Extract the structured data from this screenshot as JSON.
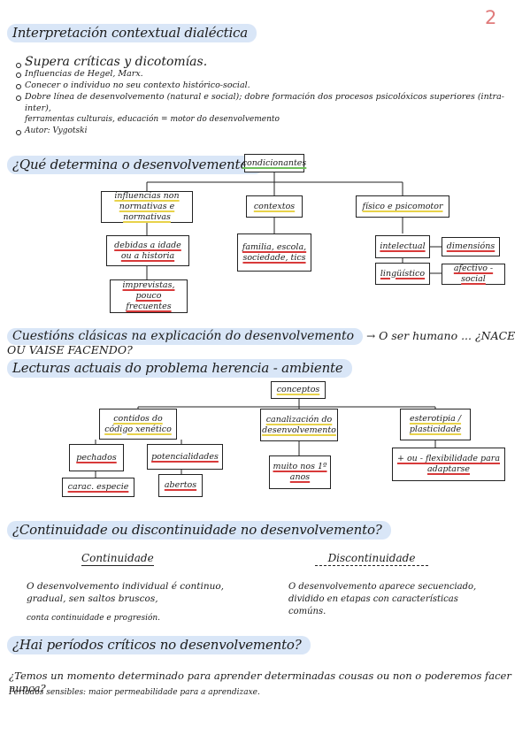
{
  "page_number": "2",
  "section1": {
    "title": "Interpretación contextual dialéctica",
    "bullets": [
      {
        "text": "Supera críticas y dicotomías.",
        "big": true
      },
      {
        "text": "Influencias de Hegel, Marx."
      },
      {
        "text": "Conecer o individuo no seu contexto histórico-social."
      },
      {
        "text": "Dobre línea de desenvolvemento (natural e social); dobre formación dos procesos psicolóxicos superiores (intra-inter),"
      },
      {
        "text": "ferramentas culturais, educación = motor do desenvolvemento",
        "continuation": true
      },
      {
        "text": "Autor: Vygotski"
      }
    ]
  },
  "section2": {
    "title": "¿Qué determina o desenvolvemento?",
    "root": "condicionantes",
    "nodes": {
      "influencias": "influencias non normativas e normativas",
      "contextos": "contextos",
      "fisico": "físico e psicomotor",
      "debidas": "debidas a idade ou a historia",
      "imprevistos": "imprevistas, pouco frecuentes",
      "familia": "familia, escola, sociedade, tics",
      "intelectual": "intelectual",
      "dimensions": "dimensións",
      "linguistico": "lingüístico",
      "afectivo": "afectivo - social"
    }
  },
  "section3": {
    "title": "Cuestións clásicas na explicación do desenvolvemento",
    "arrow": "→",
    "question": "O ser humano ... ¿NACE OU VAISE FACENDO?"
  },
  "section4": {
    "title": "Lecturas actuais do problema herencia - ambiente",
    "root": "conceptos",
    "nodes": {
      "contidos": "contidos do código xenético",
      "canalizacion": "canalización do desenvolvemento",
      "esterotipia": "esterotipia / plasticidade",
      "pechados": "pechados",
      "potencialidades": "potencialidades",
      "muito": "muito nos 1º anos",
      "flexibilidade": "+ ou - flexibilidade para adaptarse",
      "carac": "carac. especie",
      "abertos": "abertos"
    }
  },
  "section5": {
    "title": "¿Continuidade ou discontinuidade no desenvolvemento?",
    "left_heading": "Continuidade",
    "left_text": "O desenvolvemento individual é continuo, gradual, sen saltos bruscos,",
    "left_text2": "conta continuidade e progresión.",
    "right_heading": "Discontinuidade",
    "right_text": "O desenvolvemento aparece secuenciado, dividido en etapas con características comúns."
  },
  "section6": {
    "title": "¿Hai períodos críticos no desenvolvemento?",
    "question": "¿Temos un momento determinado para aprender determinadas cousas ou non o poderemos facer nunca?",
    "note": "Períodos sensibles: maior permeabilidade para a aprendizaxe."
  }
}
